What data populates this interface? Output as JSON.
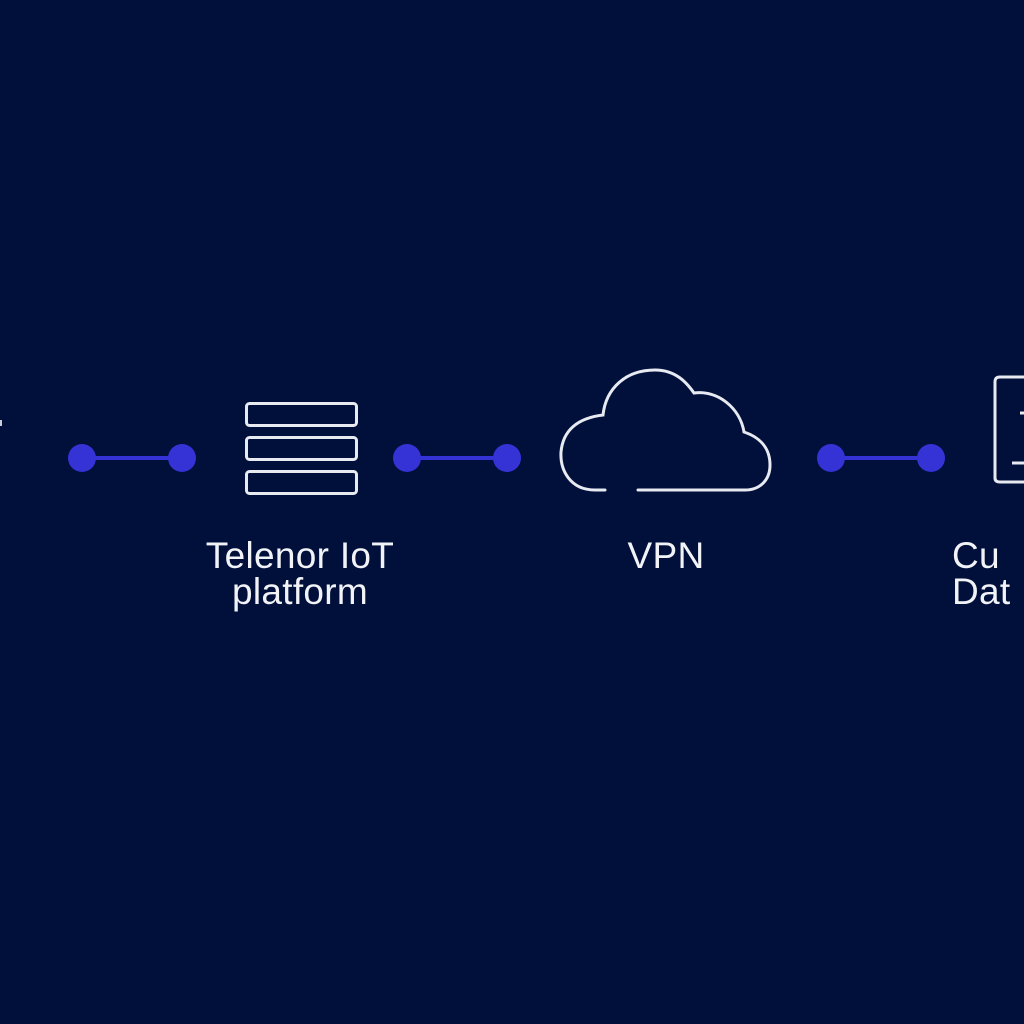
{
  "diagram": {
    "title": "",
    "colors": {
      "background": "#01103b",
      "connector": "#3532d6",
      "icon_stroke": "#e8eaf2",
      "text": "#f2f3f7"
    },
    "nodes": [
      {
        "id": "left-offscreen",
        "icon": "partial-icon",
        "label": ""
      },
      {
        "id": "iot-platform",
        "icon": "server-stack-icon",
        "label": "Telenor IoT\nplatform"
      },
      {
        "id": "vpn",
        "icon": "cloud-icon",
        "label": "VPN"
      },
      {
        "id": "customer-datacenter",
        "icon": "document-screen-icon",
        "label": "Cu\nDat"
      }
    ],
    "connectors": [
      {
        "from": "left-offscreen",
        "to": "iot-platform"
      },
      {
        "from": "iot-platform",
        "to": "vpn"
      },
      {
        "from": "vpn",
        "to": "customer-datacenter"
      }
    ]
  }
}
